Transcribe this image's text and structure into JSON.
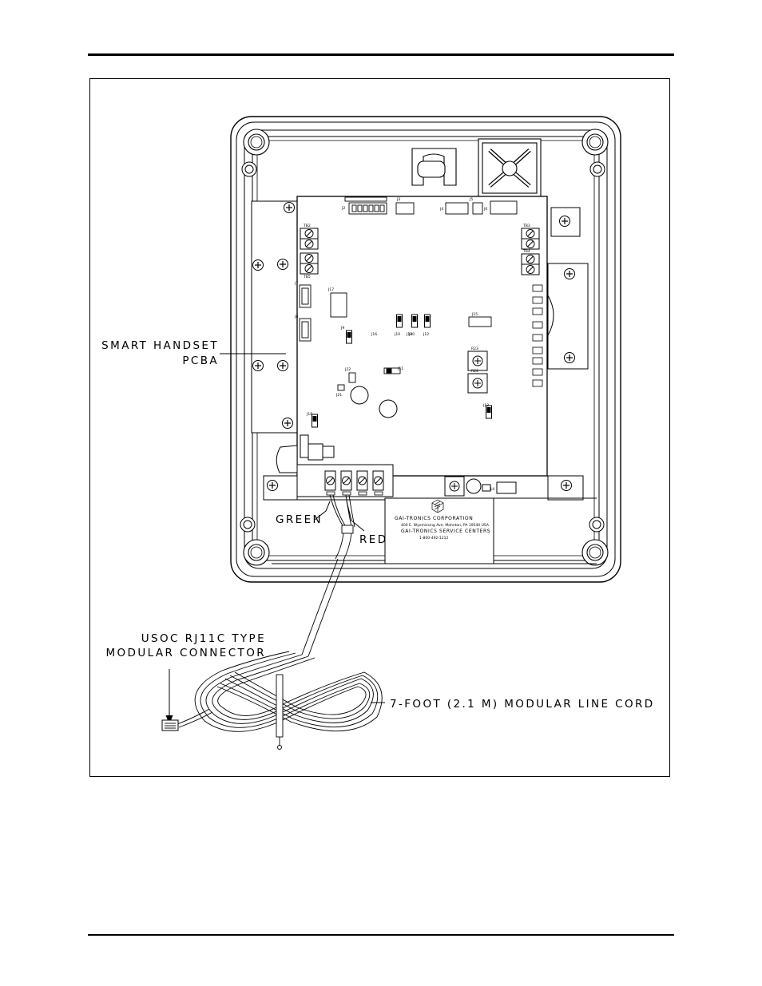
{
  "labels": {
    "smart_handset_line1": "SMART HANDSET",
    "smart_handset_line2": "PCBA",
    "green": "GREEN",
    "red": "RED",
    "usoc_line1": "USOC RJ11C TYPE",
    "usoc_line2": "MODULAR CONNECTOR",
    "line_cord": "7-FOOT (2.1 M) MODULAR LINE CORD"
  },
  "nameplate": {
    "company": "GAI-TRONICS CORPORATION",
    "address": "400 E. Wyomissing Ave. Mohnton, PA 19540 USA",
    "service": "GAI-TRONICS SERVICE CENTERS",
    "phone": "1-800-492-1212"
  },
  "board": {
    "designators": [
      "J2",
      "J3",
      "J4",
      "J5",
      "J6",
      "J7",
      "J8",
      "J9",
      "J10",
      "J11",
      "J12",
      "J13",
      "J14",
      "J15",
      "J16",
      "J17",
      "J18",
      "J19",
      "J20",
      "J21",
      "J22",
      "TB1",
      "TB2",
      "TB3",
      "TB4",
      "TB5",
      "R23",
      "R24"
    ]
  },
  "colors": {
    "ink": "#000000",
    "paper": "#ffffff"
  }
}
